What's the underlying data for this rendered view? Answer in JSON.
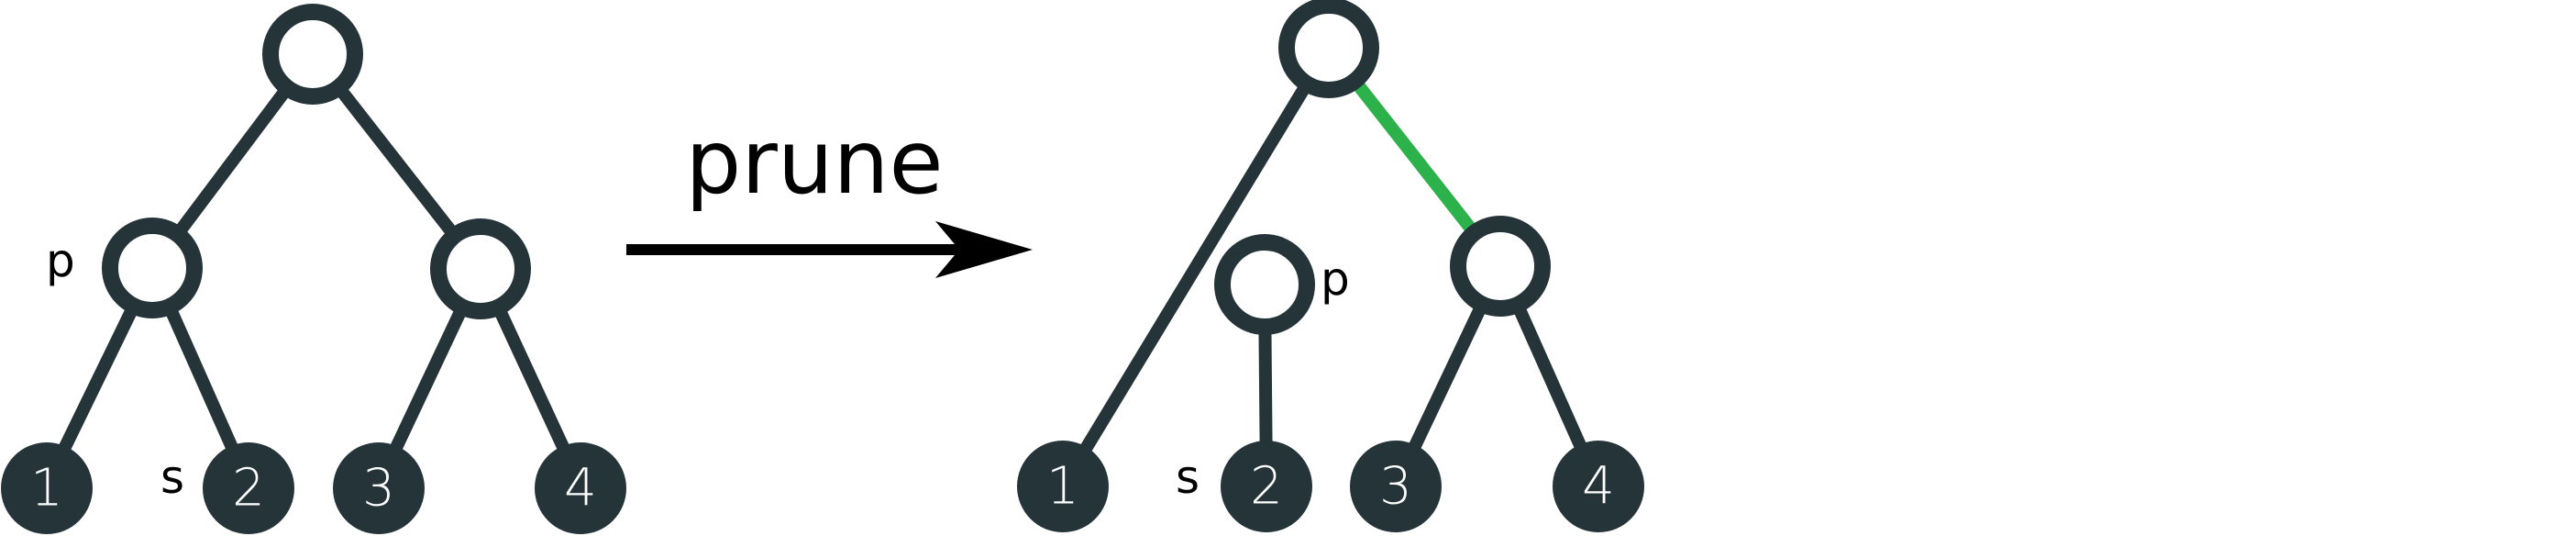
{
  "operation_label": "prune",
  "before": {
    "leaves": [
      "1",
      "2",
      "3",
      "4"
    ],
    "sibling_label": "s",
    "parent_label": "p"
  },
  "after": {
    "leaves": [
      "1",
      "2",
      "3",
      "4"
    ],
    "sibling_label": "s",
    "parent_label": "p"
  },
  "colors": {
    "tree": "#253439",
    "highlight_edge": "#2db14a",
    "leaf_text": "#ffffff",
    "arrow": "#000000"
  }
}
